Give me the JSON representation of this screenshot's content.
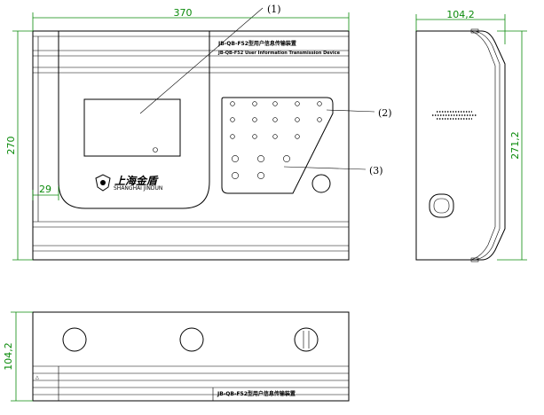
{
  "dimensions": {
    "front_width": "370",
    "front_height": "270",
    "front_small": "29",
    "side_width": "104,2",
    "side_height": "271,2",
    "bottom_depth": "104,2"
  },
  "callouts": {
    "c1": "(1)",
    "c2": "(2)",
    "c3": "(3)"
  },
  "device": {
    "title_cn": "JB-QB-F52型用户信息传输装置",
    "title_en": "JB-QB-F52 User Information Transmission Device",
    "brand_cn": "上海金盾",
    "brand_en": "SHANGHAI JINDUN",
    "bottom_label": "JB-QB-F52型用户信息传输装置"
  },
  "colors": {
    "dimension": "#0a8a0a",
    "outline": "#000000"
  }
}
